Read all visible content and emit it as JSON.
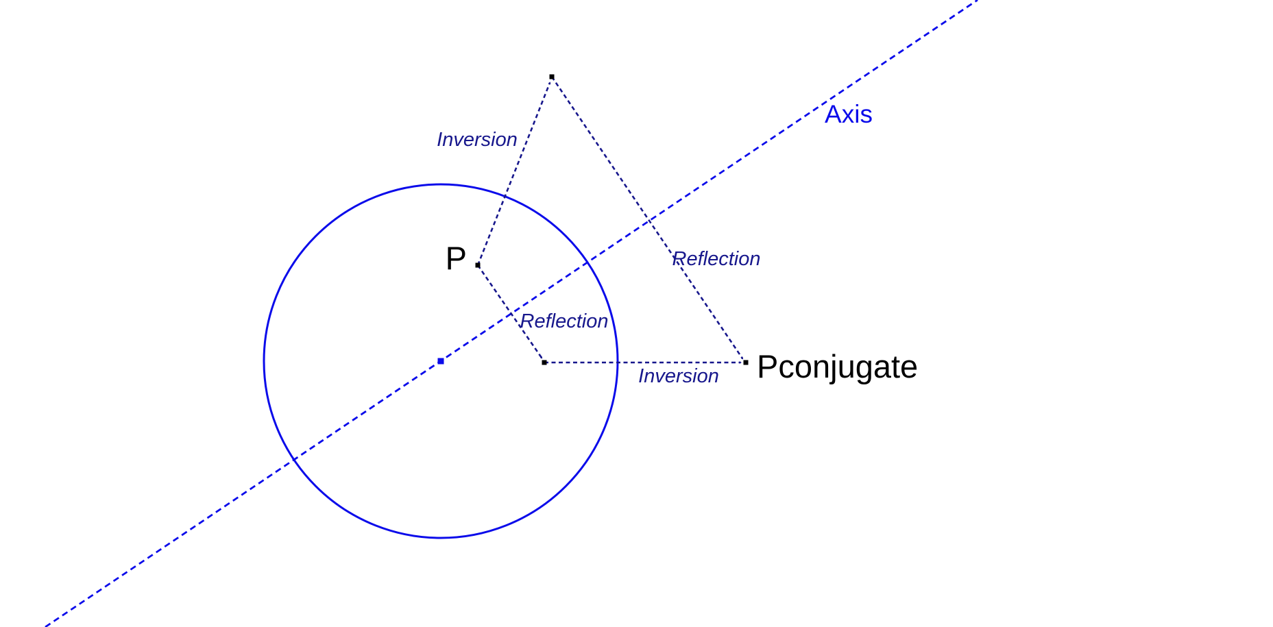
{
  "title": "Circle inversion and axis reflection construction",
  "colors": {
    "background": "#ffffff",
    "axis_blue": "#0b0bea",
    "construction_navy": "#17178c",
    "point_black": "#000000"
  },
  "labels": {
    "axis": "Axis",
    "point_p": "P",
    "point_pconjugate": "Pconjugate",
    "inversion_top": "Inversion",
    "reflection_right": "Reflection",
    "reflection_mid": "Reflection",
    "inversion_bottom": "Inversion"
  },
  "elements": {
    "circle": "inversion-circle",
    "axis": "reflection-axis-dashed-line",
    "points": [
      "circle-center",
      "P",
      "P-inverse",
      "P-reflected",
      "P-conjugate"
    ],
    "operations": [
      {
        "from": "P",
        "to": "P-inverse",
        "label": "Inversion"
      },
      {
        "from": "P-inverse",
        "to": "P-conjugate",
        "label": "Reflection"
      },
      {
        "from": "P",
        "to": "P-reflected",
        "label": "Reflection"
      },
      {
        "from": "P-reflected",
        "to": "P-conjugate",
        "label": "Inversion"
      }
    ]
  }
}
